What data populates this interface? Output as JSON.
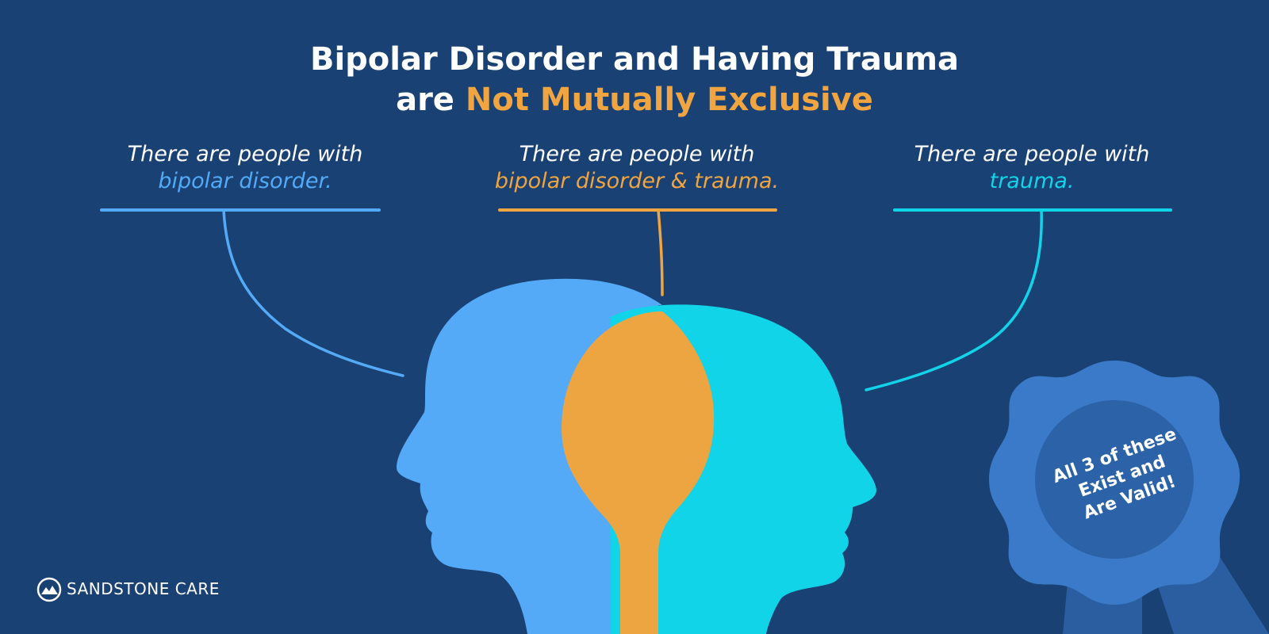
{
  "title": {
    "line1": "Bipolar Disorder and Having Trauma",
    "line2_prefix": "are",
    "line2_accent": "Not Mutually Exclusive"
  },
  "labels": {
    "left": {
      "prefix": "There are people with",
      "highlight": "bipolar disorder."
    },
    "center": {
      "prefix": "There are people with",
      "highlight": "bipolar disorder & trauma."
    },
    "right": {
      "prefix": "There are people with",
      "highlight": "trauma."
    }
  },
  "badge": {
    "line1": "All 3 of these",
    "line2": "Exist and",
    "line3": "Are Valid!"
  },
  "brand": {
    "name": "SANDSTONE CARE",
    "logo_icon": "mountain-circle-icon"
  },
  "colors": {
    "background": "#194173",
    "bipolar": "#54aaf6",
    "overlap": "#f0a540",
    "trauma": "#12d4e8",
    "badge_outer": "#3a7ac8",
    "badge_inner": "#2b62a8",
    "ribbon": "#2b5ea0"
  }
}
